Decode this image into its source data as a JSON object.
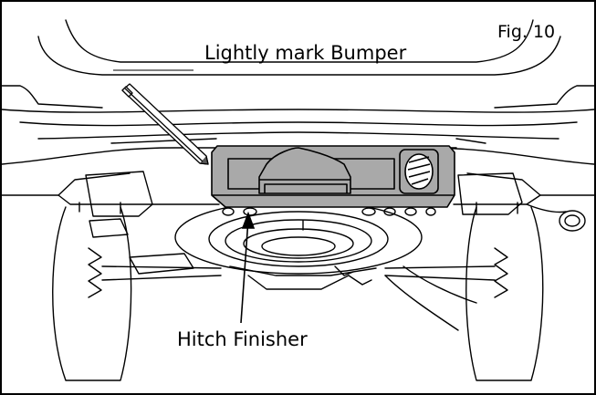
{
  "figure": {
    "label": "Fig. 10"
  },
  "annotations": {
    "top_caption": "Lightly mark Bumper",
    "bottom_caption": "Hitch Finisher"
  },
  "colors": {
    "line": "#000000",
    "finisher_fill": "#a9a9a9",
    "background": "#ffffff"
  },
  "icons": [
    "pencil-icon",
    "arrow-icon"
  ]
}
